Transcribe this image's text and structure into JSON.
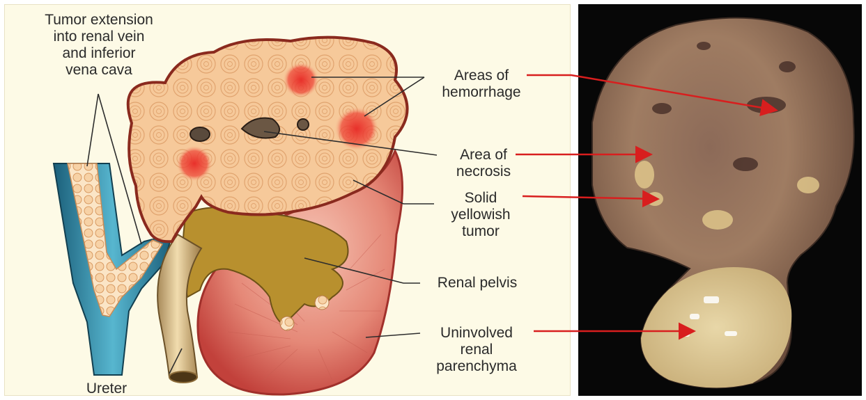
{
  "labels": {
    "tumor_extension": "Tumor extension\ninto renal vein\nand inferior\nvena cava",
    "hemorrhage": "Areas of\nhemorrhage",
    "necrosis": "Area of\nnecrosis",
    "solid_tumor": "Solid\nyellowish\ntumor",
    "renal_pelvis": "Renal pelvis",
    "uninvolved": "Uninvolved\nrenal\nparenchyma",
    "ureter": "Ureter"
  },
  "colors": {
    "background_left": "#fdfae6",
    "tumor": "#f6c99a",
    "hemorrhage": "#e8302a",
    "vein": "#2f8fa8",
    "pelvis": "#b8902e",
    "parenchyma": "#e58877",
    "arrow": "#d81e1e",
    "specimen_background": "#070707"
  }
}
